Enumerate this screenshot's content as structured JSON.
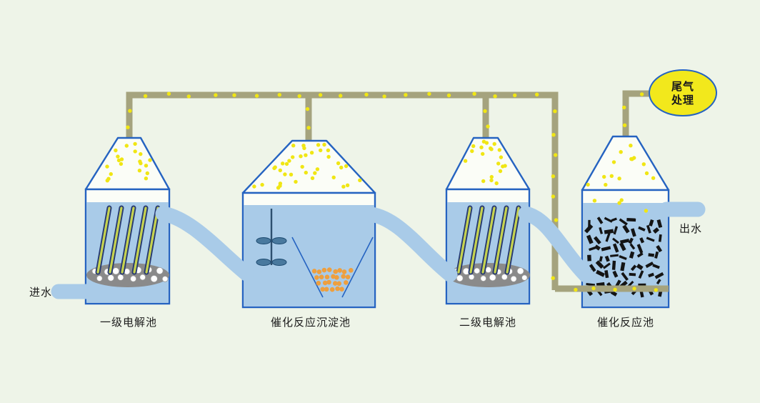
{
  "diagram": {
    "inlet_label": "进水",
    "outlet_label": "出水",
    "tailgas": {
      "line1": "尾气",
      "line2": "处理"
    },
    "tanks": [
      {
        "label": "一级电解池"
      },
      {
        "label": "催化反应沉淀池"
      },
      {
        "label": "二级电解池"
      },
      {
        "label": "催化反应池"
      }
    ]
  },
  "colors": {
    "background": "#eef4e8",
    "gas_pipe": "#a5a37e",
    "gas_dot": "#f0e614",
    "tank_outline": "#2563c1",
    "vessel_fill": "#fbfdf7",
    "water": "#a9cbe8",
    "electrode": "#c6d34f",
    "electrode_outline": "#273a72",
    "platform": "#8a8a8a",
    "pebble": "#ffffff",
    "stirrer": "#49799e",
    "particle_orange": "#ee9f3e",
    "particle_black": "#141414",
    "tailgas_fill": "#f2e81c",
    "label_text": "#1b1b1b"
  }
}
